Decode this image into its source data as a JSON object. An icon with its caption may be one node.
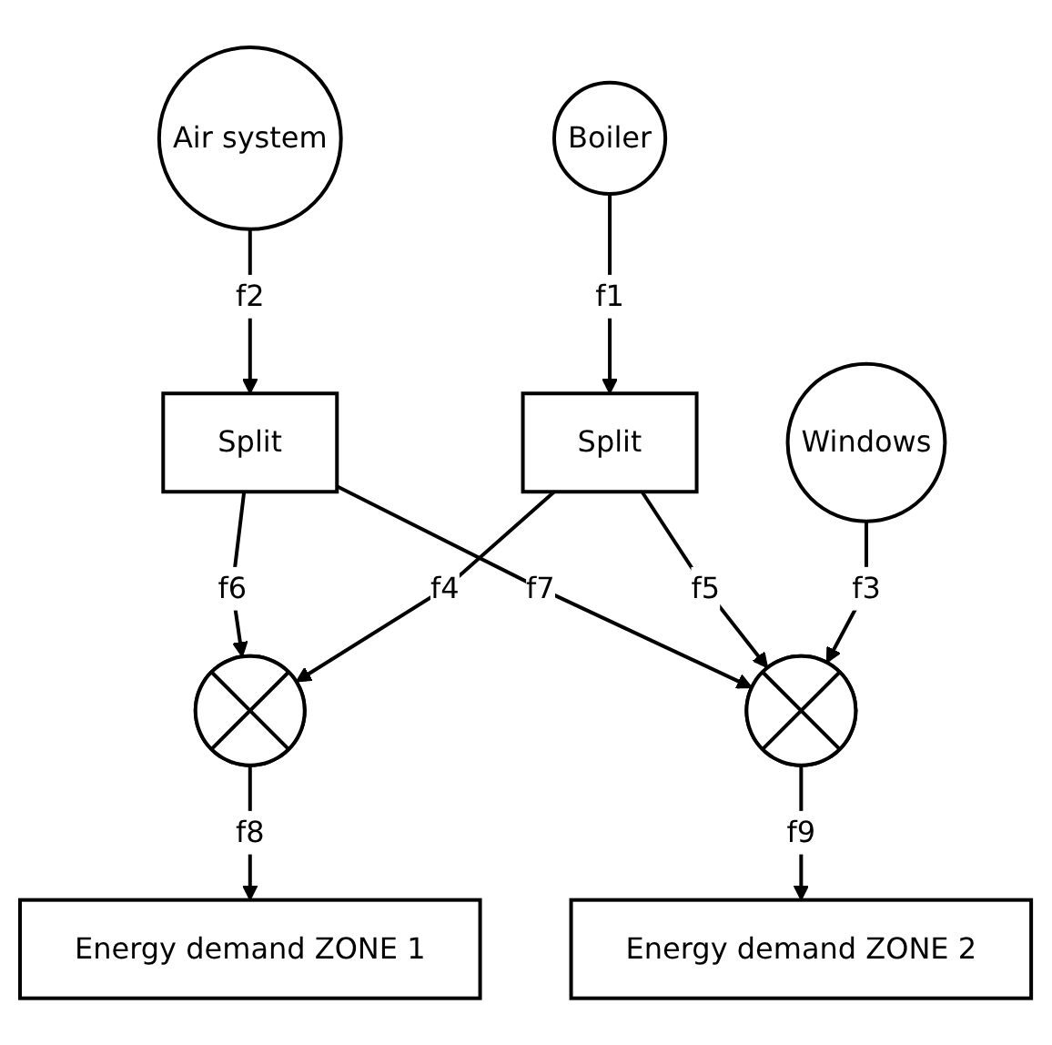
{
  "diagram": {
    "nodes": [
      {
        "text": [
          "Boiler"
        ]
      },
      {
        "text": [
          "Air system"
        ]
      },
      {
        "text": [
          "Windows"
        ]
      },
      {
        "text": [
          "Split"
        ]
      },
      {
        "text": [
          "Split"
        ]
      },
      {
        "text": [],
        "shape": "circle"
      },
      {
        "text": [],
        "shape": "circle"
      },
      {
        "text": [
          "Energy demand ZONE 1"
        ]
      },
      {
        "text": [
          "Energy demand ZONE 2"
        ]
      }
    ],
    "edges": [
      {
        "from": 0,
        "to": 3,
        "label": "f1",
        "arrow": "to"
      },
      {
        "from": 1,
        "to": 4,
        "label": "f2",
        "arrow": "to"
      },
      {
        "from": 2,
        "to": 6,
        "label": "f3",
        "arrow": "to"
      },
      {
        "from": 3,
        "to": 5,
        "label": "f4",
        "arrow": "to"
      },
      {
        "from": 3,
        "to": 6,
        "label": "f5",
        "arrow": "to"
      },
      {
        "from": 4,
        "to": 5,
        "label": "f6",
        "arrow": "to"
      },
      {
        "from": 4,
        "to": 6,
        "label": "f7",
        "arrow": "to"
      },
      {
        "from": 5,
        "to": 7,
        "label": "f8",
        "arrow": "to"
      },
      {
        "from": 6,
        "to": 8,
        "label": "f9",
        "arrow": "to"
      }
    ]
  }
}
